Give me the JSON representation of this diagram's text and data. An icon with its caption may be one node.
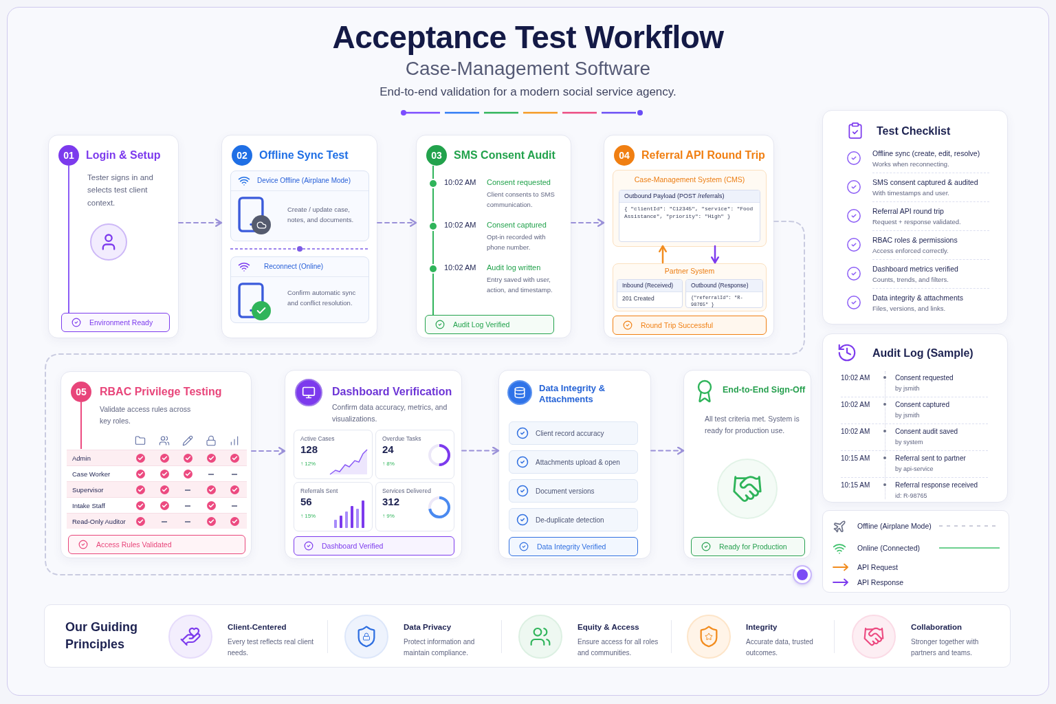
{
  "diagram": {
    "title": "Acceptance Test Workflow",
    "nodes": [
      {
        "text": [
          "01",
          "Login & Setup",
          "Tester signs in and selects test client context.",
          "Environment Ready"
        ]
      },
      {
        "text": [
          "02",
          "Offline Sync Test"
        ]
      },
      {
        "text": [
          "Device Offline (Airplane Mode)",
          "Create / update case, notes, and documents."
        ],
        "in": 1
      },
      {
        "text": [
          "Reconnect (Online)",
          "Confirm automatic sync and conflict resolution."
        ],
        "in": 1
      },
      {
        "text": [
          "03",
          "SMS Consent Audit",
          "10:02 AM",
          "Consent requested",
          "Client consents to SMS communication.",
          "10:02 AM",
          "Consent captured",
          "Opt-in recorded with phone number.",
          "10:02 AM",
          "Audit log written",
          "Entry saved with user, action, and timestamp.",
          "Audit Log Verified"
        ]
      },
      {
        "text": [
          "04",
          "Referral API Round Trip",
          "Round Trip Successful"
        ]
      },
      {
        "text": [
          "Case-Management System (CMS)"
        ],
        "in": 5
      },
      {
        "text": [
          "Outbound Payload (POST /referrals)",
          "{ \"clientId\": \"C12345\", \"service\": \"Food Assistance\", \"priority\": \"High\" }"
        ],
        "in": 6
      },
      {
        "text": [
          "Partner System"
        ],
        "in": 5
      },
      {
        "text": [
          "Inbound (Received)",
          "201 Created"
        ],
        "in": 8
      },
      {
        "text": [
          "Outbound (Response)",
          "{\"referralId\": \"R-98765\" }"
        ],
        "in": 8
      },
      {
        "text": [
          "05",
          "RBAC Privilege Testing",
          "Validate access rules across key roles.",
          "Access Rules Validated"
        ]
      },
      {
        "text": [
          "Dashboard Verification",
          "Confirm data accuracy, metrics, and visualizations.",
          "Dashboard Verified"
        ]
      },
      {
        "text": [
          "Active Cases",
          "128",
          "↑ 12%"
        ],
        "in": 12
      },
      {
        "text": [
          "Overdue Tasks",
          "24",
          "↑ 8%"
        ],
        "in": 12
      },
      {
        "text": [
          "Referrals Sent",
          "56",
          "↑ 15%"
        ],
        "in": 12
      },
      {
        "text": [
          "Services Delivered",
          "312",
          "↑ 9%"
        ],
        "in": 12
      },
      {
        "text": [
          "Data Integrity & Attachments",
          "Data Integrity Verified"
        ]
      },
      {
        "text": [
          "Client record accuracy"
        ],
        "in": 17
      },
      {
        "text": [
          "Attachments upload & open"
        ],
        "in": 17
      },
      {
        "text": [
          "Document versions"
        ],
        "in": 17
      },
      {
        "text": [
          "De-duplicate detection"
        ],
        "in": 17
      },
      {
        "text": [
          "End-to-End Sign-Off",
          "All test criteria met. System is ready for production use.",
          "Ready for Production"
        ]
      },
      {
        "text": [],
        "shape": "circle"
      },
      {
        "text": [
          "Test Checklist",
          "Offline sync (create, edit, resolve)",
          "Works when reconnecting.",
          "SMS consent captured & audited",
          "With timestamps and user.",
          "Referral API round trip",
          "Request + response validated.",
          "RBAC roles & permissions",
          "Access enforced correctly.",
          "Dashboard metrics verified",
          "Counts, trends, and filters.",
          "Data integrity & attachments",
          "Files, versions, and links."
        ]
      },
      {
        "text": [
          "Audit Log (Sample)",
          "10:02 AM",
          "Consent requested",
          "by jsmith",
          "10:02 AM",
          "Consent captured",
          "by jsmith",
          "10:02 AM",
          "Consent audit saved",
          "by system",
          "10:15 AM",
          "Referral sent to partner",
          "by api-service",
          "10:15 AM",
          "Referral response received",
          "id: R-98765"
        ]
      },
      {
        "text": [
          "Our Guiding Principles"
        ]
      },
      {
        "text": [
          "Client-Centered",
          "Every test reflects real client needs."
        ],
        "in": 26
      },
      {
        "text": [
          "Data Privacy",
          "Protect information and maintain compliance."
        ],
        "in": 26
      },
      {
        "text": [
          "Equity & Access",
          "Ensure access for all roles and communities."
        ],
        "in": 26
      },
      {
        "text": [
          "Integrity",
          "Accurate data, trusted outcomes."
        ],
        "in": 26
      },
      {
        "text": [
          "Collaboration",
          "Stronger together with partners and teams."
        ],
        "in": 26
      }
    ],
    "edges": [
      {
        "from": 0,
        "to": 1,
        "arrow": "to",
        "style": "dashed"
      },
      {
        "from": 1,
        "to": 4,
        "arrow": "to",
        "style": "dashed"
      },
      {
        "from": 4,
        "to": 5,
        "arrow": "to",
        "style": "dashed"
      },
      {
        "from": 5,
        "to": 23,
        "arrow": "none",
        "style": "dashed",
        "color": "#c9cbe0"
      },
      {
        "from": 11,
        "to": 12,
        "arrow": "to",
        "style": "dashed"
      },
      {
        "from": 12,
        "to": 17,
        "arrow": "to",
        "style": "dashed"
      },
      {
        "from": 17,
        "to": 22,
        "arrow": "to",
        "style": "dashed"
      },
      {
        "from": 8,
        "to": 6,
        "arrow": "to",
        "color": "#f28c1e"
      },
      {
        "from": 6,
        "to": 8,
        "arrow": "to",
        "color": "#7c3aed"
      }
    ],
    "labels": [
      "Case-Management Software",
      "End-to-end validation for a modern social service agency.",
      "Admin",
      "Case Worker",
      "Supervisor",
      "Intake Staff",
      "Read-Only Auditor"
    ],
    "legend": [
      {
        "text": "Offline (Airplane Mode)"
      },
      {
        "text": "Online (Connected)"
      },
      {
        "text": "API Request"
      },
      {
        "text": "API Response"
      }
    ]
  }
}
